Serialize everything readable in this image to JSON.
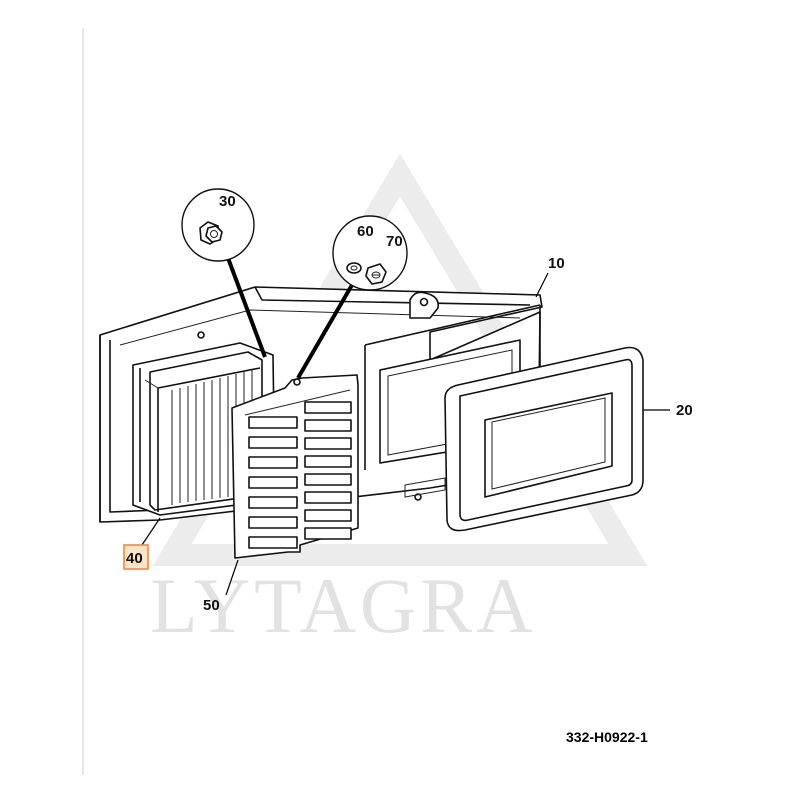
{
  "watermark": {
    "text": "LYTAGRA"
  },
  "drawing_number": "332-H0922-1",
  "callouts": {
    "c10": "10",
    "c20": "20",
    "c30": "30",
    "c40": "40",
    "c50": "50",
    "c60": "60",
    "c70": "70"
  },
  "colors": {
    "line": "#111111",
    "highlight_fill": "#fde3c8",
    "highlight_stroke": "#f08a3c",
    "watermark": "#e2e2e2"
  },
  "highlighted_callout": "40"
}
